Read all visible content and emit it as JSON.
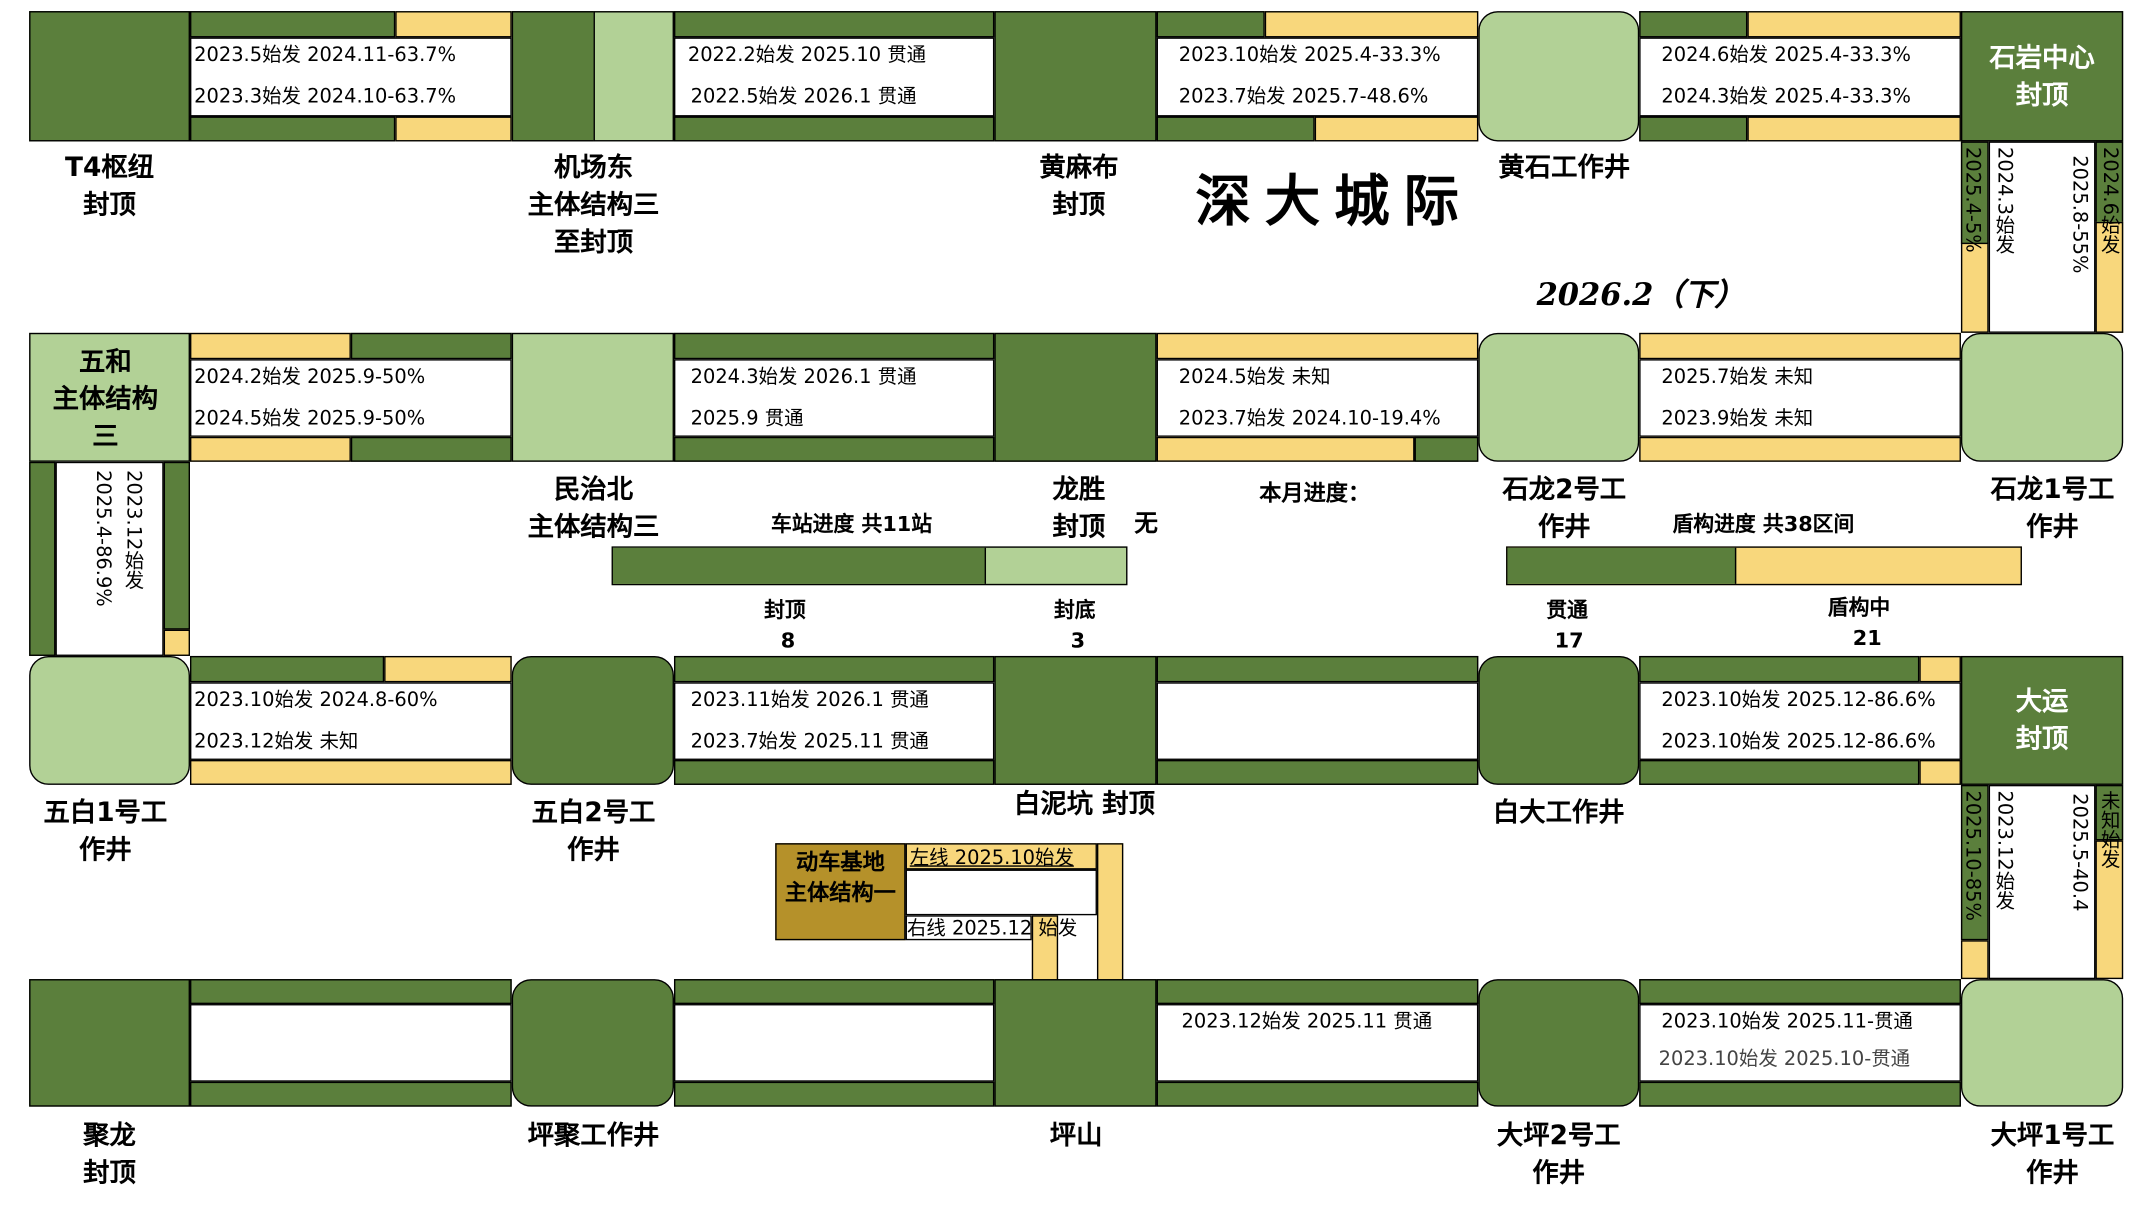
{
  "header": {
    "title": "深大城际",
    "date": "2026.2（下）"
  },
  "stations": {
    "t4": "T4枢纽\n封顶",
    "jichangdong": "机场东\n主体结构三\n至封顶",
    "huangmabu": "黄麻布\n封顶",
    "huangshi": "黄石工作井",
    "shiyan": "石岩中心\n封顶",
    "wuhe": "五和\n主体结构\n三",
    "minzhibei": "民治北\n主体结构三",
    "longsheng": "龙胜\n封顶",
    "longsheng_note": "无",
    "shilong2": "石龙2号工\n作井",
    "shilong1": "石龙1号工\n作井",
    "wubai1": "五白1号工\n作井",
    "wubai2": "五白2号工\n作井",
    "bainikeng": "白泥坑 封顶",
    "baida": "白大工作井",
    "dayun": "大运\n封顶",
    "dongche": "动车基地\n主体结构一",
    "julong": "聚龙\n封顶",
    "pingju": "坪聚工作井",
    "pingshan": "坪山",
    "daping2": "大坪2号工\n作井",
    "daping1": "大坪1号工\n作井"
  },
  "tunnels": {
    "r1_a": [
      "2023.5始发 2024.11-63.7%",
      "2023.3始发 2024.10-63.7%"
    ],
    "r1_b": [
      "2022.2始发 2025.10 贯通",
      "2022.5始发 2026.1 贯通"
    ],
    "r1_c": [
      "2023.10始发 2025.4-33.3%",
      "2023.7始发 2025.7-48.6%"
    ],
    "r1_d": [
      "2024.6始发 2025.4-33.3%",
      "2024.3始发 2025.4-33.3%"
    ],
    "r2_a": [
      "2024.2始发 2025.9-50%",
      "2024.5始发 2025.9-50%"
    ],
    "r2_b": [
      "2024.3始发 2026.1 贯通",
      "2025.9 贯通"
    ],
    "r2_c": [
      "2024.5始发 未知",
      "2023.7始发 2024.10-19.4%"
    ],
    "r2_d": [
      "2025.7始发 未知",
      "2023.9始发 未知"
    ],
    "r3_a": [
      "2023.10始发 2024.8-60%",
      "2023.12始发 未知"
    ],
    "r3_b": [
      "2023.11始发 2026.1 贯通",
      "2023.7始发 2025.11 贯通"
    ],
    "r3_d": [
      "2023.10始发 2025.12-86.6%",
      "2023.10始发 2025.12-86.6%"
    ],
    "r4_c": [
      "2023.12始发 2025.11 贯通"
    ],
    "r4_d": [
      "2023.10始发 2025.11-贯通",
      "2023.10始发 2025.10-贯通"
    ],
    "v_right1": [
      "2025.4-5%",
      "2024.3始发",
      "2025.8-55%",
      "2024.6始发"
    ],
    "v_left": [
      "2023.12始发",
      "2025.4-86.9%"
    ],
    "v_right2": [
      "2025.10-85%",
      "2023.12始发",
      "2025.5-40.4",
      "未知始发"
    ],
    "branch": [
      "左线 2025.10始发",
      "右线 2025.12 始发"
    ]
  },
  "summary": {
    "monthly_label": "本月进度：",
    "station_title": "车站进度 共11站",
    "station_done_label": "封顶",
    "station_done_value": "8",
    "station_rest_label": "封底",
    "station_rest_value": "3",
    "station_done_fraction": 0.727,
    "shield_title": "盾构进度 共38区间",
    "shield_done_label": "贯通",
    "shield_done_value": "17",
    "shield_rest_label": "盾构中",
    "shield_rest_value": "21",
    "shield_done_fraction": 0.447
  },
  "colors": {
    "station_topped": "#5b7f3c",
    "station_in_progress": "#b2d196",
    "shield_remaining": "#f8d77c",
    "depot": "#b5912a"
  }
}
